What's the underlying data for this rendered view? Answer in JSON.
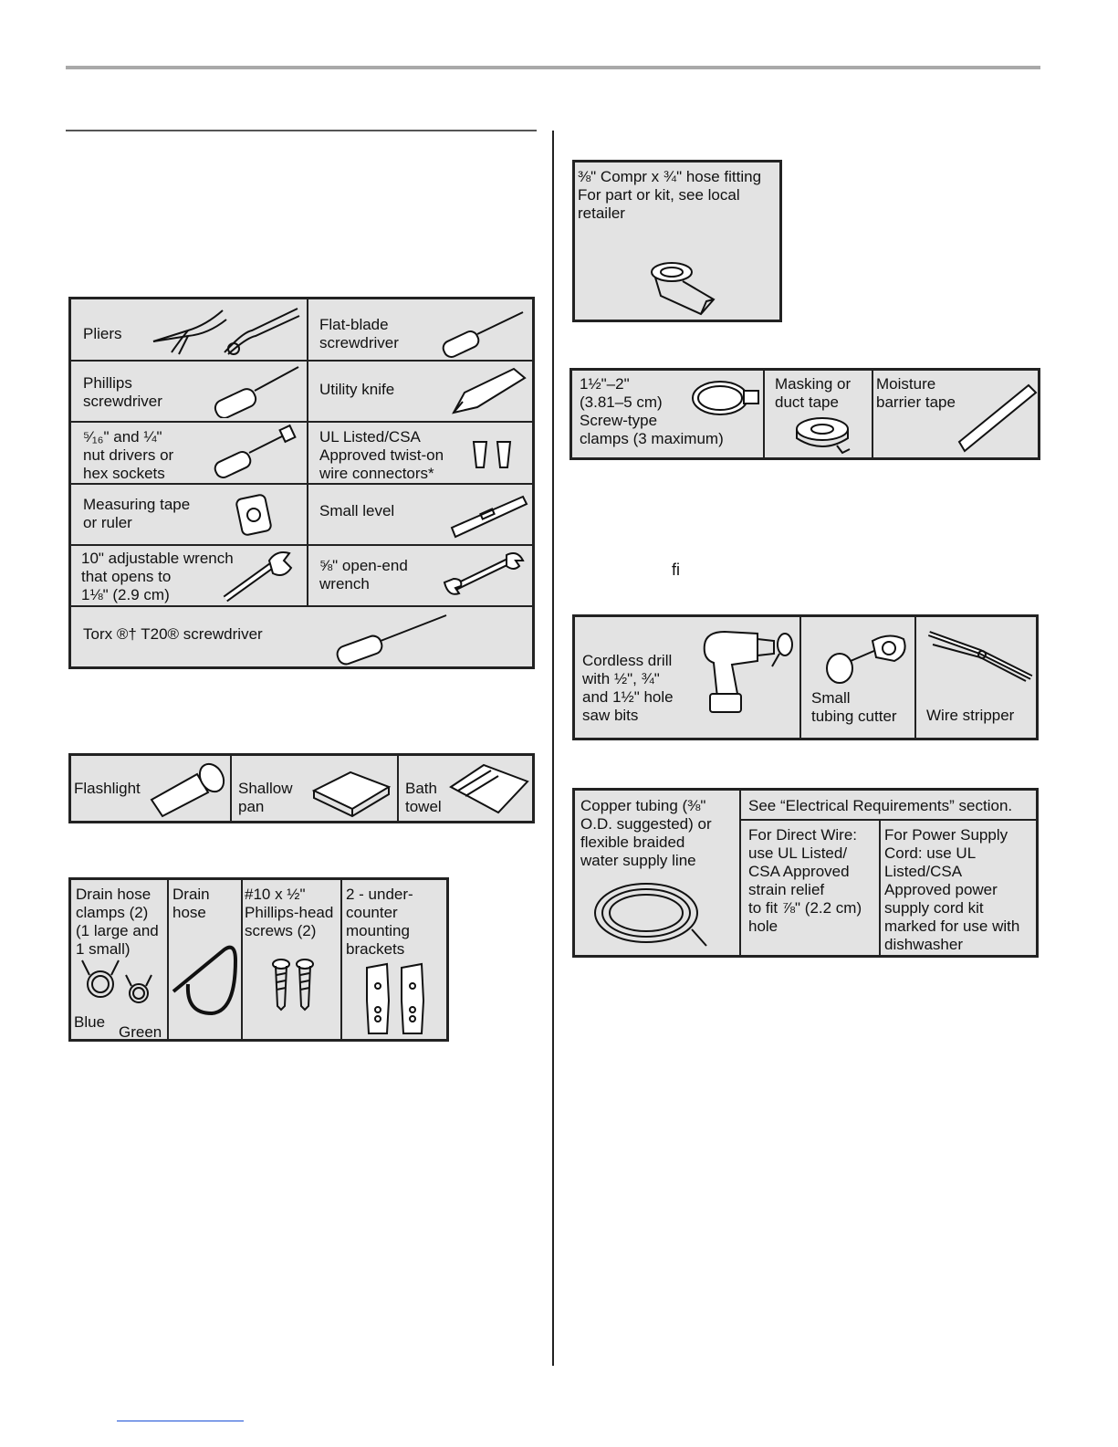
{
  "tools_table": {
    "rows": [
      {
        "left": "Pliers",
        "right": "Flat-blade\nscrewdriver"
      },
      {
        "left": "Phillips\nscrewdriver",
        "right": "Utility knife"
      },
      {
        "left": "⁵⁄₁₆\" and ¼\"\nnut drivers or\nhex sockets",
        "right": "UL Listed/CSA\nApproved twist-on\nwire connectors*"
      },
      {
        "left": "Measuring tape\nor ruler",
        "right": "Small level"
      },
      {
        "left": "10\" adjustable wrench\nthat opens to\n1⅛\" (2.9 cm)",
        "right": "⅝\" open-end\nwrench"
      }
    ],
    "torx_label": "Torx ®† T20® screwdriver"
  },
  "helper_table": {
    "items": [
      "Flashlight",
      "Shallow\npan",
      "Bath\ntowel"
    ]
  },
  "parts_table": {
    "clamps": "Drain hose\nclamps (2)\n(1 large and\n1 small)",
    "clamp_blue": "Blue",
    "clamp_green": "Green",
    "hose": "Drain\nhose",
    "screws": "#10 x ½\"\nPhillips-head\nscrews (2)",
    "brackets": "2 - under-\ncounter\nmounting\nbrackets"
  },
  "fitting_box": {
    "text": "⅜\" Compr x ¾\" hose fitting\nFor part or kit, see local\nretailer"
  },
  "tape_table": {
    "clamps": "1½\"–2\"\n(3.81–5 cm)\nScrew-type\nclamps (3 maximum)",
    "masking": "Masking or\nduct tape",
    "moisture": "Moisture\nbarrier tape"
  },
  "stray_glyph": "ﬁ",
  "drill_table": {
    "drill": "Cordless drill\nwith ½\", ¾\"\nand 1½\" hole\nsaw bits",
    "cutter": "Small\ntubing cutter",
    "stripper": "Wire stripper"
  },
  "supply_table": {
    "copper": "Copper tubing (⅜\"\nO.D. suggested) or\nflexible braided\nwater supply line",
    "see_electrical": "See “Electrical Requirements” section.",
    "direct_wire": "For Direct Wire:\nuse UL Listed/\nCSA Approved\nstrain relief\nto fit ⅞\" (2.2 cm)\nhole",
    "power_cord": "For Power Supply\nCord: use UL\nListed/CSA\nApproved power\nsupply cord kit\nmarked for use with\ndishwasher"
  }
}
